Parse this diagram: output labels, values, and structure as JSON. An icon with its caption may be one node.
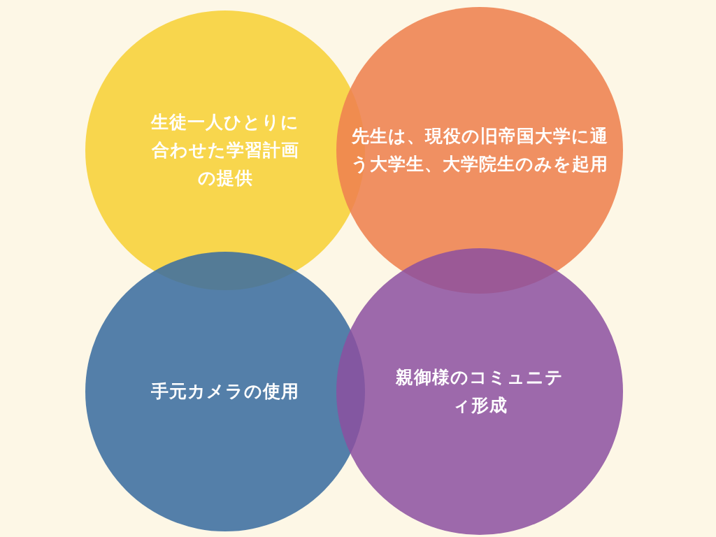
{
  "diagram": {
    "nodes": [
      {
        "text": [
          "生徒一人ひとりに合わせた学習計画の提供"
        ]
      },
      {
        "text": [
          "先生は、現役の旧帝国大学に通う大学生、大学院生のみを起用"
        ]
      },
      {
        "text": [
          "手元カメラの使用"
        ]
      },
      {
        "text": [
          "親御様のコミュニティ形成"
        ]
      }
    ]
  }
}
